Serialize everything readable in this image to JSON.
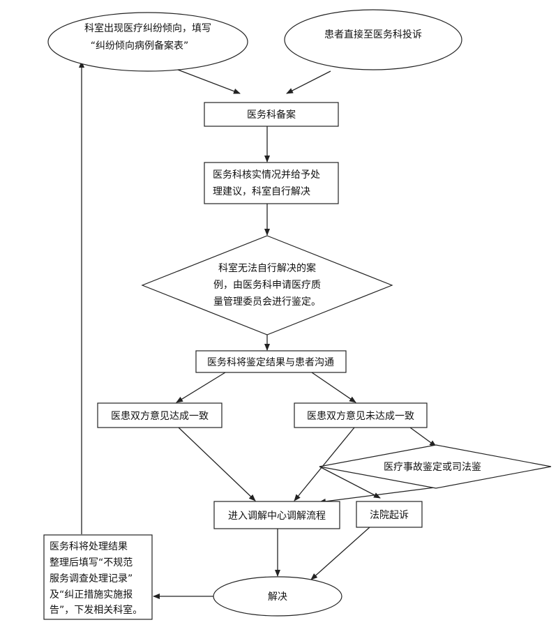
{
  "nodes": {
    "start_dept": {
      "line1": "科室出现医疗纠纷倾向，填写",
      "line2": "“纠纷倾向病例备案表”"
    },
    "start_patient": {
      "line1": "患者直接至医务科投诉"
    },
    "filing": {
      "line1": "医务科备案"
    },
    "verify": {
      "line1": "医务科核实情况并给予处",
      "line2": "理建议，科室自行解决"
    },
    "appraisal": {
      "line1": "科室无法自行解决的案",
      "line2": "例，由医务科申请医疗质",
      "line3": "量管理委员会进行鉴定。"
    },
    "communicate": {
      "line1": "医务科将鉴定结果与患者沟通"
    },
    "agree": {
      "line1": "医患双方意见达成一致"
    },
    "disagree": {
      "line1": "医患双方意见未达成一致"
    },
    "judicial": {
      "line1": "医疗事故鉴定或司法鉴"
    },
    "mediation": {
      "line1": "进入调解中心调解流程"
    },
    "court": {
      "line1": "法院起诉"
    },
    "resolved": {
      "line1": "解决"
    },
    "record": {
      "line1": "医务科将处理结果",
      "line2": "整理后填写“不规范",
      "line3": "服务调查处理记录”",
      "line4": "及“纠正措施实施报",
      "line5": "告”，下发相关科室。"
    }
  }
}
